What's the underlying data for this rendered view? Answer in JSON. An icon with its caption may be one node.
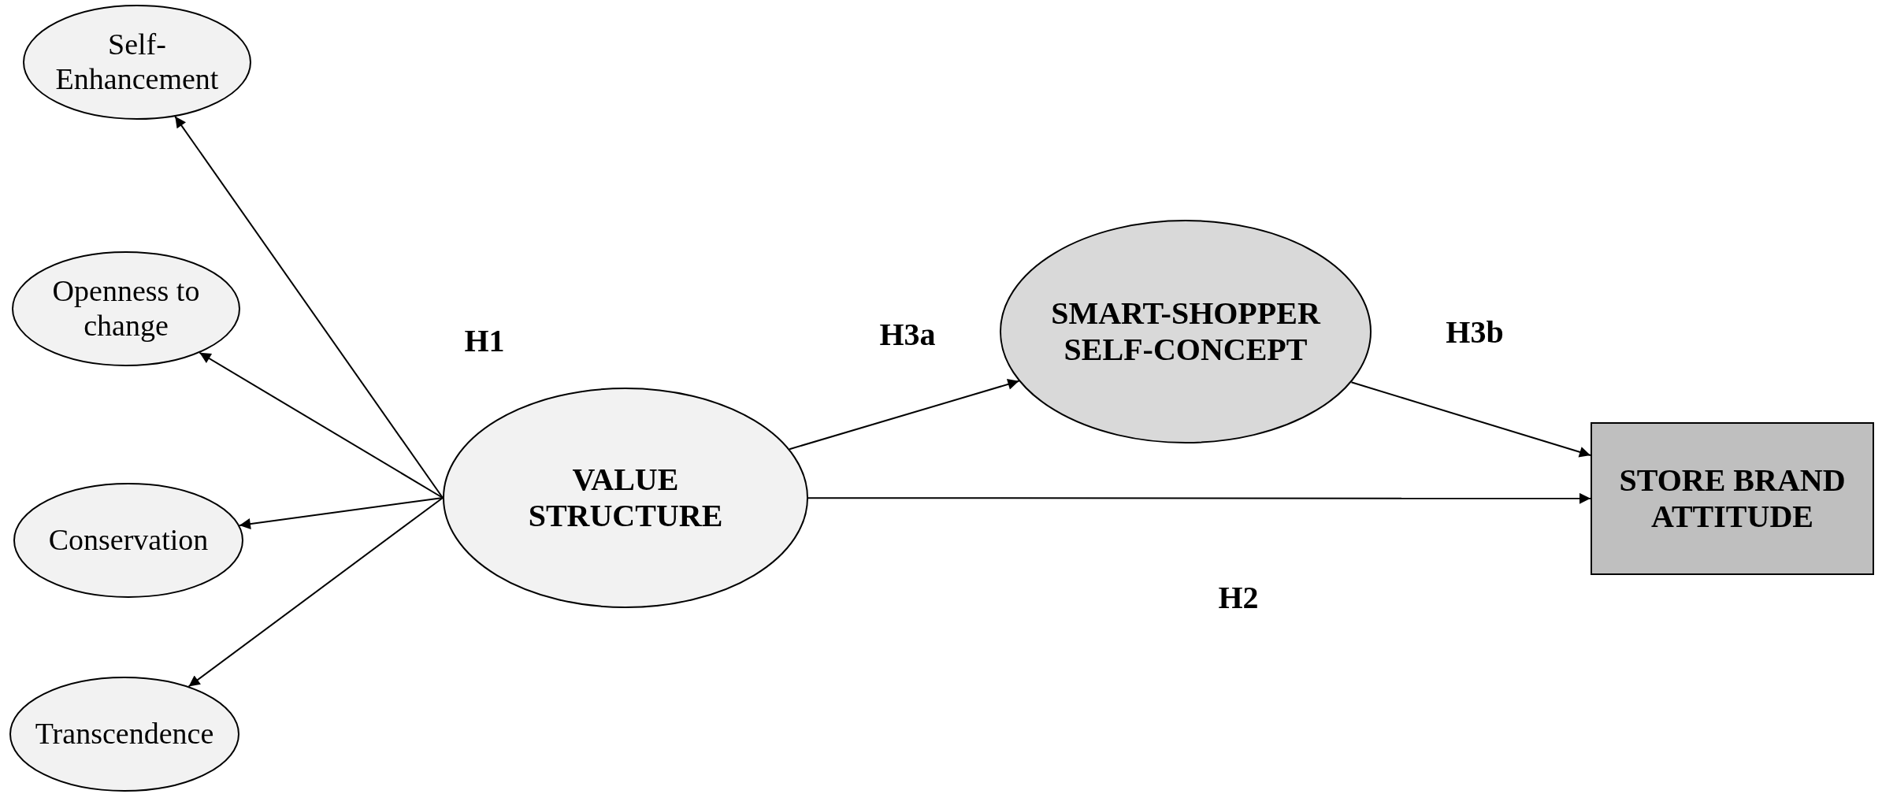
{
  "diagram": {
    "nodes": [
      {
        "text": [
          "Self-Enhancement"
        ]
      },
      {
        "text": [
          "Openness to change"
        ]
      },
      {
        "text": [
          "Conservation"
        ]
      },
      {
        "text": [
          "Transcendence"
        ]
      },
      {
        "text": [
          "VALUE STRUCTURE"
        ]
      },
      {
        "text": [
          "SMART-SHOPPER SELF-CONCEPT"
        ]
      },
      {
        "text": [
          "STORE BRAND ATTITUDE"
        ]
      }
    ],
    "edges": [
      {
        "from": 4,
        "to": 0,
        "arrow": "to"
      },
      {
        "from": 4,
        "to": 1,
        "arrow": "to"
      },
      {
        "from": 4,
        "to": 2,
        "arrow": "to"
      },
      {
        "from": 4,
        "to": 3,
        "arrow": "to"
      },
      {
        "from": 4,
        "to": 5,
        "arrow": "to",
        "label": "H3a"
      },
      {
        "from": 5,
        "to": 6,
        "arrow": "to",
        "label": "H3b"
      },
      {
        "from": 4,
        "to": 6,
        "arrow": "to",
        "label": "H2"
      }
    ],
    "labels": [
      "H1"
    ]
  }
}
